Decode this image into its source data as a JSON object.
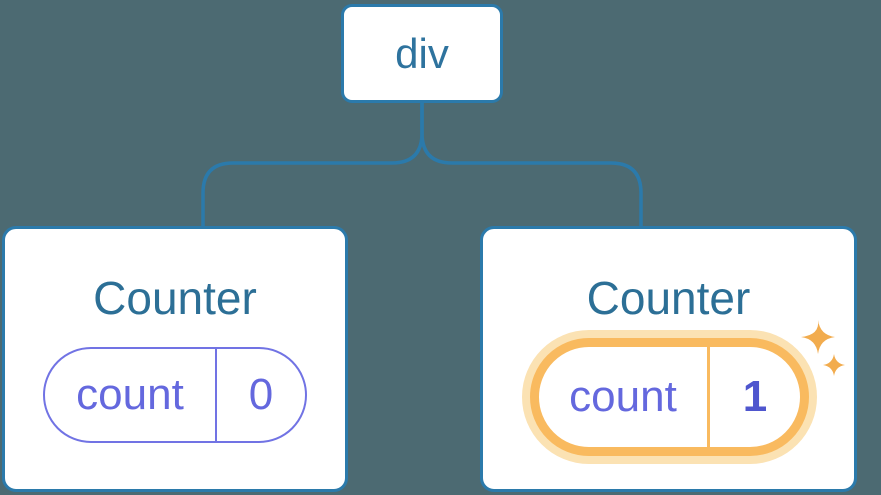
{
  "diagram": {
    "description": "React component tree: a div root with two Counter children, each holding a count state pill; the second Counter's state is highlighted with sparkles",
    "root": {
      "label": "div"
    },
    "children": [
      {
        "title": "Counter",
        "state": {
          "key": "count",
          "value": "0"
        },
        "highlighted": false
      },
      {
        "title": "Counter",
        "state": {
          "key": "count",
          "value": "1"
        },
        "highlighted": true
      }
    ],
    "colors": {
      "background": "#4C6A72",
      "node_border_blue": "#2B7AAB",
      "node_text_blue": "#2E739E",
      "title_text_blue": "#2C6F96",
      "state_text_purple": "#6468DE",
      "state_border_purple": "#7173E4",
      "state_value_bold_purple": "#4F56CE",
      "highlight_orange": "#F9BA5F",
      "highlight_glow": "#FBE2B3",
      "sparkle_orange": "#F2AC4E",
      "card_background": "#FFFFFF"
    }
  }
}
